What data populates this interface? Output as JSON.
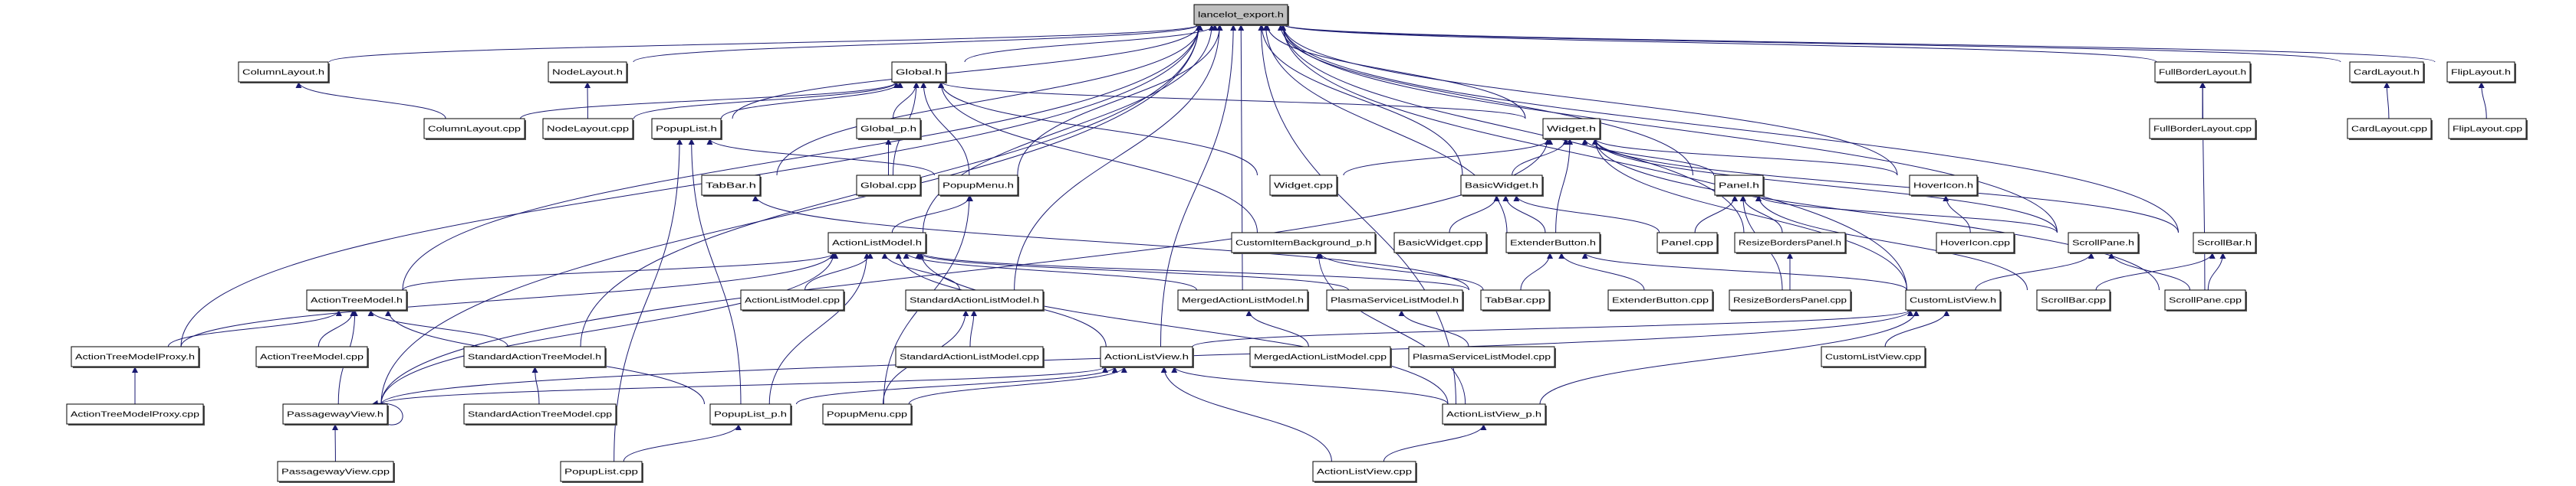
{
  "diagram": {
    "type": "include-dependency-graph",
    "root": "lancelot_export.h",
    "colors": {
      "edge": "#191970",
      "root_fill": "#bfbfbf",
      "node_fill": "#ffffff",
      "node_border": "#000000"
    },
    "nodes": [
      {
        "id": "lancelot_export.h",
        "label": "lancelot_export.h"
      },
      {
        "id": "ColumnLayout.h",
        "label": "ColumnLayout.h"
      },
      {
        "id": "NodeLayout.h",
        "label": "NodeLayout.h"
      },
      {
        "id": "Global.h",
        "label": "Global.h"
      },
      {
        "id": "FullBorderLayout.h",
        "label": "FullBorderLayout.h"
      },
      {
        "id": "CardLayout.h",
        "label": "CardLayout.h"
      },
      {
        "id": "FlipLayout.h",
        "label": "FlipLayout.h"
      },
      {
        "id": "ColumnLayout.cpp",
        "label": "ColumnLayout.cpp"
      },
      {
        "id": "NodeLayout.cpp",
        "label": "NodeLayout.cpp"
      },
      {
        "id": "PopupList.h",
        "label": "PopupList.h"
      },
      {
        "id": "Global_p.h",
        "label": "Global_p.h"
      },
      {
        "id": "Widget.h",
        "label": "Widget.h"
      },
      {
        "id": "FullBorderLayout.cpp",
        "label": "FullBorderLayout.cpp"
      },
      {
        "id": "CardLayout.cpp",
        "label": "CardLayout.cpp"
      },
      {
        "id": "FlipLayout.cpp",
        "label": "FlipLayout.cpp"
      },
      {
        "id": "TabBar.h",
        "label": "TabBar.h"
      },
      {
        "id": "Global.cpp",
        "label": "Global.cpp"
      },
      {
        "id": "PopupMenu.h",
        "label": "PopupMenu.h"
      },
      {
        "id": "Widget.cpp",
        "label": "Widget.cpp"
      },
      {
        "id": "BasicWidget.h",
        "label": "BasicWidget.h"
      },
      {
        "id": "Panel.h",
        "label": "Panel.h"
      },
      {
        "id": "HoverIcon.h",
        "label": "HoverIcon.h"
      },
      {
        "id": "ActionListModel.h",
        "label": "ActionListModel.h"
      },
      {
        "id": "CustomItemBackground_p.h",
        "label": "CustomItemBackground_p.h"
      },
      {
        "id": "BasicWidget.cpp",
        "label": "BasicWidget.cpp"
      },
      {
        "id": "ExtenderButton.h",
        "label": "ExtenderButton.h"
      },
      {
        "id": "Panel.cpp",
        "label": "Panel.cpp"
      },
      {
        "id": "ResizeBordersPanel.h",
        "label": "ResizeBordersPanel.h"
      },
      {
        "id": "HoverIcon.cpp",
        "label": "HoverIcon.cpp"
      },
      {
        "id": "ScrollPane.h",
        "label": "ScrollPane.h"
      },
      {
        "id": "ScrollBar.h",
        "label": "ScrollBar.h"
      },
      {
        "id": "ActionTreeModel.h",
        "label": "ActionTreeModel.h"
      },
      {
        "id": "ActionListModel.cpp",
        "label": "ActionListModel.cpp"
      },
      {
        "id": "StandardActionListModel.h",
        "label": "StandardActionListModel.h"
      },
      {
        "id": "MergedActionListModel.h",
        "label": "MergedActionListModel.h"
      },
      {
        "id": "PlasmaServiceListModel.h",
        "label": "PlasmaServiceListModel.h"
      },
      {
        "id": "TabBar.cpp",
        "label": "TabBar.cpp"
      },
      {
        "id": "ExtenderButton.cpp",
        "label": "ExtenderButton.cpp"
      },
      {
        "id": "ResizeBordersPanel.cpp",
        "label": "ResizeBordersPanel.cpp"
      },
      {
        "id": "CustomListView.h",
        "label": "CustomListView.h"
      },
      {
        "id": "ScrollBar.cpp",
        "label": "ScrollBar.cpp"
      },
      {
        "id": "ScrollPane.cpp",
        "label": "ScrollPane.cpp"
      },
      {
        "id": "ActionTreeModelProxy.h",
        "label": "ActionTreeModelProxy.h"
      },
      {
        "id": "ActionTreeModel.cpp",
        "label": "ActionTreeModel.cpp"
      },
      {
        "id": "StandardActionTreeModel.h",
        "label": "StandardActionTreeModel.h"
      },
      {
        "id": "StandardActionListModel.cpp",
        "label": "StandardActionListModel.cpp"
      },
      {
        "id": "ActionListView.h",
        "label": "ActionListView.h"
      },
      {
        "id": "MergedActionListModel.cpp",
        "label": "MergedActionListModel.cpp"
      },
      {
        "id": "PlasmaServiceListModel.cpp",
        "label": "PlasmaServiceListModel.cpp"
      },
      {
        "id": "CustomListView.cpp",
        "label": "CustomListView.cpp"
      },
      {
        "id": "ActionTreeModelProxy.cpp",
        "label": "ActionTreeModelProxy.cpp"
      },
      {
        "id": "PassagewayView.h",
        "label": "PassagewayView.h"
      },
      {
        "id": "StandardActionTreeModel.cpp",
        "label": "StandardActionTreeModel.cpp"
      },
      {
        "id": "PopupList_p.h",
        "label": "PopupList_p.h"
      },
      {
        "id": "PopupMenu.cpp",
        "label": "PopupMenu.cpp"
      },
      {
        "id": "ActionListView_p.h",
        "label": "ActionListView_p.h"
      },
      {
        "id": "PassagewayView.cpp",
        "label": "PassagewayView.cpp"
      },
      {
        "id": "PopupList.cpp",
        "label": "PopupList.cpp"
      },
      {
        "id": "ActionListView.cpp",
        "label": "ActionListView.cpp"
      }
    ],
    "edges": [
      [
        "ColumnLayout.h",
        "lancelot_export.h"
      ],
      [
        "NodeLayout.h",
        "lancelot_export.h"
      ],
      [
        "Global.h",
        "lancelot_export.h"
      ],
      [
        "FullBorderLayout.h",
        "lancelot_export.h"
      ],
      [
        "CardLayout.h",
        "lancelot_export.h"
      ],
      [
        "FlipLayout.h",
        "lancelot_export.h"
      ],
      [
        "PopupList.h",
        "lancelot_export.h"
      ],
      [
        "Widget.h",
        "lancelot_export.h"
      ],
      [
        "TabBar.h",
        "lancelot_export.h"
      ],
      [
        "PopupMenu.h",
        "lancelot_export.h"
      ],
      [
        "BasicWidget.h",
        "lancelot_export.h"
      ],
      [
        "Panel.h",
        "lancelot_export.h"
      ],
      [
        "HoverIcon.h",
        "lancelot_export.h"
      ],
      [
        "ActionListModel.h",
        "lancelot_export.h"
      ],
      [
        "ExtenderButton.h",
        "lancelot_export.h"
      ],
      [
        "ResizeBordersPanel.h",
        "lancelot_export.h"
      ],
      [
        "ScrollPane.h",
        "lancelot_export.h"
      ],
      [
        "ScrollBar.h",
        "lancelot_export.h"
      ],
      [
        "ActionTreeModel.h",
        "lancelot_export.h"
      ],
      [
        "StandardActionListModel.h",
        "lancelot_export.h"
      ],
      [
        "MergedActionListModel.h",
        "lancelot_export.h"
      ],
      [
        "CustomListView.h",
        "lancelot_export.h"
      ],
      [
        "ActionTreeModelProxy.h",
        "lancelot_export.h"
      ],
      [
        "StandardActionTreeModel.h",
        "lancelot_export.h"
      ],
      [
        "ActionListView.h",
        "lancelot_export.h"
      ],
      [
        "PassagewayView.h",
        "lancelot_export.h"
      ],
      [
        "ActionListView_p.h",
        "lancelot_export.h"
      ],
      [
        "ColumnLayout.cpp",
        "ColumnLayout.h"
      ],
      [
        "ColumnLayout.cpp",
        "Global.h"
      ],
      [
        "NodeLayout.cpp",
        "NodeLayout.h"
      ],
      [
        "NodeLayout.cpp",
        "Global.h"
      ],
      [
        "PopupList.h",
        "Global.h"
      ],
      [
        "Global_p.h",
        "Global.h"
      ],
      [
        "Widget.h",
        "Global.h"
      ],
      [
        "Global.cpp",
        "Global_p.h"
      ],
      [
        "Global.cpp",
        "Global.h"
      ],
      [
        "PopupMenu.h",
        "Global.h"
      ],
      [
        "Widget.cpp",
        "Global.h"
      ],
      [
        "Widget.cpp",
        "Widget.h"
      ],
      [
        "CustomItemBackground_p.h",
        "Global.h"
      ],
      [
        "BasicWidget.h",
        "Widget.h"
      ],
      [
        "Panel.h",
        "Widget.h"
      ],
      [
        "HoverIcon.h",
        "Widget.h"
      ],
      [
        "ExtenderButton.h",
        "Widget.h"
      ],
      [
        "ExtenderButton.h",
        "BasicWidget.h"
      ],
      [
        "BasicWidget.cpp",
        "BasicWidget.h"
      ],
      [
        "Panel.cpp",
        "Panel.h"
      ],
      [
        "Panel.cpp",
        "BasicWidget.h"
      ],
      [
        "ResizeBordersPanel.h",
        "Panel.h"
      ],
      [
        "HoverIcon.cpp",
        "HoverIcon.h"
      ],
      [
        "ScrollPane.h",
        "Panel.h"
      ],
      [
        "ScrollPane.h",
        "Widget.h"
      ],
      [
        "ScrollBar.h",
        "Widget.h"
      ],
      [
        "FullBorderLayout.cpp",
        "FullBorderLayout.h"
      ],
      [
        "CardLayout.cpp",
        "CardLayout.h"
      ],
      [
        "FlipLayout.cpp",
        "FlipLayout.h"
      ],
      [
        "TabBar.cpp",
        "TabBar.h"
      ],
      [
        "TabBar.cpp",
        "ExtenderButton.h"
      ],
      [
        "TabBar.cpp",
        "CustomItemBackground_p.h"
      ],
      [
        "TabBar.cpp",
        "ActionListModel.h"
      ],
      [
        "ExtenderButton.cpp",
        "ExtenderButton.h"
      ],
      [
        "ResizeBordersPanel.cpp",
        "ResizeBordersPanel.h"
      ],
      [
        "ResizeBordersPanel.cpp",
        "Panel.h"
      ],
      [
        "CustomListView.h",
        "Widget.h"
      ],
      [
        "CustomListView.h",
        "ScrollPane.h"
      ],
      [
        "CustomListView.h",
        "ExtenderButton.h"
      ],
      [
        "ScrollBar.cpp",
        "ScrollBar.h"
      ],
      [
        "ScrollBar.cpp",
        "Panel.h"
      ],
      [
        "ScrollPane.cpp",
        "ScrollPane.h"
      ],
      [
        "ScrollPane.cpp",
        "ScrollBar.h"
      ],
      [
        "ScrollPane.cpp",
        "FullBorderLayout.h"
      ],
      [
        "ScrollPane.cpp",
        "Widget.h"
      ],
      [
        "CustomListView.cpp",
        "CustomListView.h"
      ],
      [
        "ActionListModel.cpp",
        "ActionListModel.h"
      ],
      [
        "StandardActionListModel.h",
        "ActionListModel.h"
      ],
      [
        "StandardActionListModel.cpp",
        "StandardActionListModel.h"
      ],
      [
        "MergedActionListModel.h",
        "ActionListModel.h"
      ],
      [
        "MergedActionListModel.cpp",
        "MergedActionListModel.h"
      ],
      [
        "PlasmaServiceListModel.h",
        "ActionListModel.h"
      ],
      [
        "PlasmaServiceListModel.cpp",
        "PlasmaServiceListModel.h"
      ],
      [
        "ActionListView.h",
        "ActionListModel.h"
      ],
      [
        "ActionListView.h",
        "CustomListView.h"
      ],
      [
        "ActionListView_p.h",
        "ActionListView.h"
      ],
      [
        "ActionListView_p.h",
        "ActionListModel.h"
      ],
      [
        "ActionListView_p.h",
        "CustomItemBackground_p.h"
      ],
      [
        "ActionListView_p.h",
        "CustomListView.h"
      ],
      [
        "ActionListView.cpp",
        "ActionListView.h"
      ],
      [
        "ActionListView.cpp",
        "ActionListView_p.h"
      ],
      [
        "ActionTreeModel.h",
        "ActionListModel.h"
      ],
      [
        "ActionTreeModelProxy.h",
        "ActionTreeModel.h"
      ],
      [
        "ActionTreeModelProxy.h",
        "ActionListModel.h"
      ],
      [
        "ActionTreeModelProxy.cpp",
        "ActionTreeModelProxy.h"
      ],
      [
        "ActionTreeModel.cpp",
        "ActionTreeModel.h"
      ],
      [
        "StandardActionTreeModel.h",
        "ActionTreeModel.h"
      ],
      [
        "StandardActionTreeModel.cpp",
        "StandardActionTreeModel.h"
      ],
      [
        "PassagewayView.h",
        "ActionTreeModel.h"
      ],
      [
        "PassagewayView.h",
        "ActionListView.h"
      ],
      [
        "PassagewayView.h",
        "ActionListModel.h"
      ],
      [
        "PassagewayView.h",
        "PassagewayView.h"
      ],
      [
        "PassagewayView.h",
        "Widget.h"
      ],
      [
        "PassagewayView.h",
        "CustomListView.h"
      ],
      [
        "PassagewayView.cpp",
        "PassagewayView.h"
      ],
      [
        "PopupList_p.h",
        "PopupList.h"
      ],
      [
        "PopupList_p.h",
        "ActionTreeModel.h"
      ],
      [
        "PopupList_p.h",
        "ActionListModel.h"
      ],
      [
        "PopupList_p.h",
        "ActionListView.h"
      ],
      [
        "PopupList.cpp",
        "PopupList_p.h"
      ],
      [
        "PopupList.cpp",
        "PopupList.h"
      ],
      [
        "PopupMenu.cpp",
        "ActionListView.h"
      ],
      [
        "PopupMenu.cpp",
        "StandardActionListModel.h"
      ],
      [
        "PopupMenu.cpp",
        "PopupMenu.h"
      ],
      [
        "PopupMenu.h",
        "PopupList.h"
      ],
      [
        "ActionListModel.h",
        "PopupMenu.h"
      ]
    ]
  }
}
